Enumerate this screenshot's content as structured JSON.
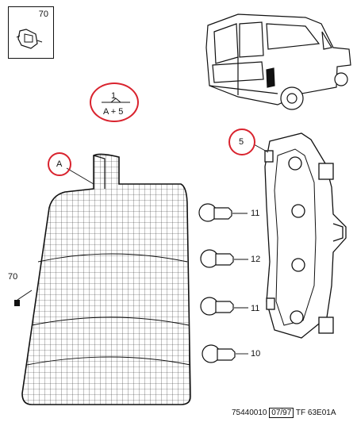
{
  "inset": {
    "number": "70"
  },
  "formula": {
    "top": "1",
    "bottom": "A + 5"
  },
  "callouts": {
    "lens": "A",
    "holder": "5",
    "bulb_1": "11",
    "bulb_2": "12",
    "bulb_3": "11",
    "bulb_4": "10",
    "clip": "70"
  },
  "footer": {
    "ref": "75440010",
    "date": "07/97",
    "code": "TF 63E01A"
  },
  "colors": {
    "callout_circle": "#d9232e",
    "line": "#111111"
  }
}
